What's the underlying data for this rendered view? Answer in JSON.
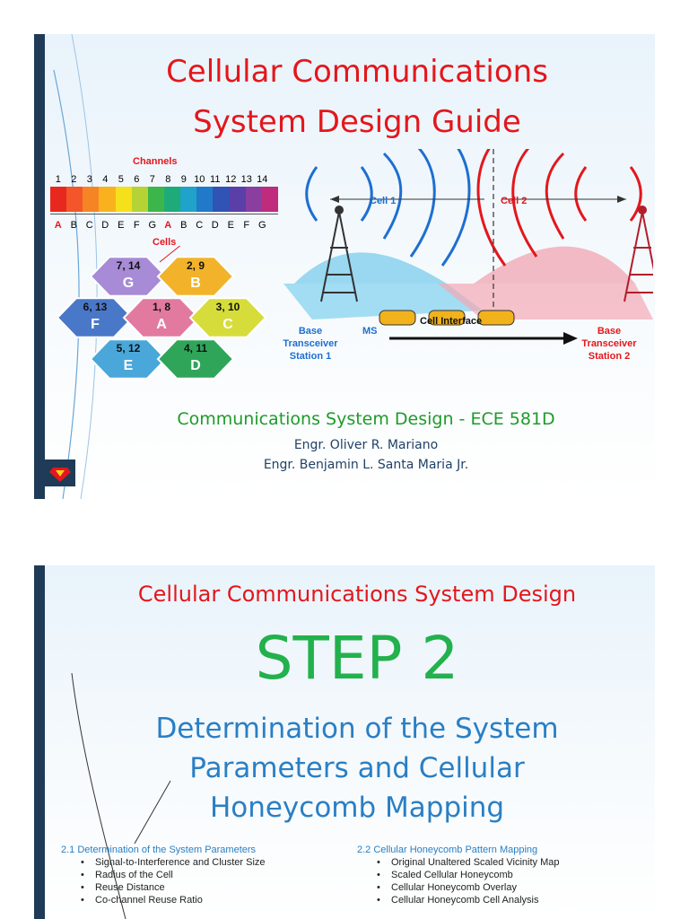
{
  "slide1": {
    "title_line1": "Cellular Communications",
    "title_line2": "System Design Guide",
    "channels_label": "Channels",
    "channel_numbers": [
      "1",
      "2",
      "3",
      "4",
      "5",
      "6",
      "7",
      "8",
      "9",
      "10",
      "11",
      "12",
      "13",
      "14"
    ],
    "channel_letters": [
      "A",
      "B",
      "C",
      "D",
      "E",
      "F",
      "G",
      "A",
      "B",
      "C",
      "D",
      "E",
      "F",
      "G"
    ],
    "channel_colors": [
      "#e8281e",
      "#f2562a",
      "#f58524",
      "#f9b21e",
      "#f5e01c",
      "#b5d334",
      "#3cb64a",
      "#1faa7a",
      "#1fa3c9",
      "#2179c9",
      "#3153b5",
      "#5a3fa8",
      "#8a3ea0",
      "#c02c7d"
    ],
    "cells_label": "Cells",
    "hexes": [
      {
        "label": "7, 14",
        "letter": "G",
        "color": "#a78bd6"
      },
      {
        "label": "2, 9",
        "letter": "B",
        "color": "#f2b32a"
      },
      {
        "label": "6, 13",
        "letter": "F",
        "color": "#4a78c8"
      },
      {
        "label": "1, 8",
        "letter": "A",
        "color": "#e27aa0"
      },
      {
        "label": "3, 10",
        "letter": "C",
        "color": "#d6dc3a"
      },
      {
        "label": "5, 12",
        "letter": "E",
        "color": "#49a7d9"
      },
      {
        "label": "4, 11",
        "letter": "D",
        "color": "#2fa55a"
      }
    ],
    "cell1_label": "Cell 1",
    "cell2_label": "Cell 2",
    "cell_interface_label": "Cell Interface",
    "bts1_label": [
      "Base",
      "Transceiver",
      "Station 1"
    ],
    "ms_label": "MS",
    "bts2_label": [
      "Base",
      "Transceiver",
      "Station 2"
    ],
    "course": "Communications System Design - ECE 581D",
    "author1": "Engr. Oliver R. Mariano",
    "author2": "Engr. Benjamin L. Santa Maria Jr."
  },
  "slide2": {
    "title": "Cellular Communications System Design",
    "step": "STEP 2",
    "heading_line1": "Determination of the System",
    "heading_line2": "Parameters and Cellular",
    "heading_line3": "Honeycomb Mapping",
    "left_heading": "2.1 Determination of the System Parameters",
    "left_items": [
      "Signal-to-Interference and Cluster Size",
      "Radius of the Cell",
      "Reuse Distance",
      "Co-channel Reuse Ratio"
    ],
    "right_heading": "2.2 Cellular Honeycomb Pattern Mapping",
    "right_items": [
      "Original Unaltered  Scaled Vicinity Map",
      "Scaled Cellular Honeycomb",
      "Cellular Honeycomb Overlay",
      "Cellular Honeycomb Cell Analysis"
    ]
  }
}
